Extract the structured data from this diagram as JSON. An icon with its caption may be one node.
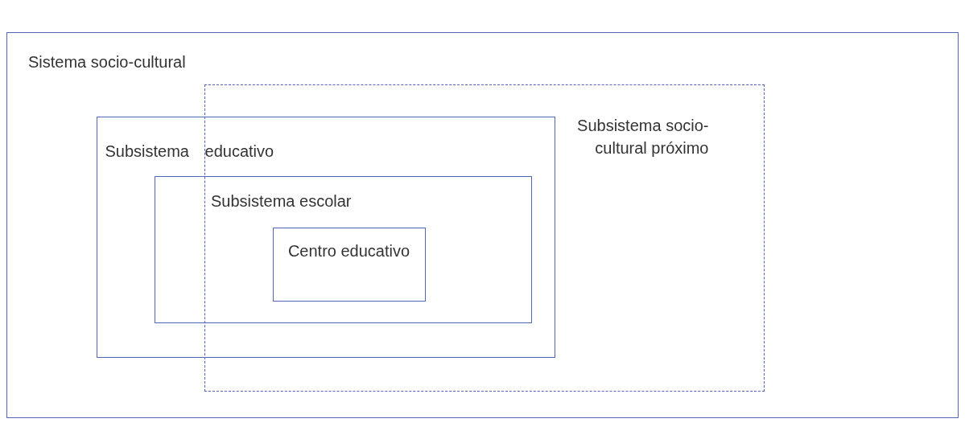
{
  "diagram": {
    "nodes": [
      {
        "text": [
          "Sistema socio-cultural"
        ]
      },
      {
        "text": [
          "Subsistema educativo"
        ],
        "in": 0
      },
      {
        "text": [
          "Subsistema escolar"
        ],
        "in": 1
      },
      {
        "text": [
          "Centro educativo"
        ],
        "in": 2
      },
      {
        "text": [
          "Subsistema socio-cultural próximo"
        ],
        "in": 0
      }
    ]
  }
}
